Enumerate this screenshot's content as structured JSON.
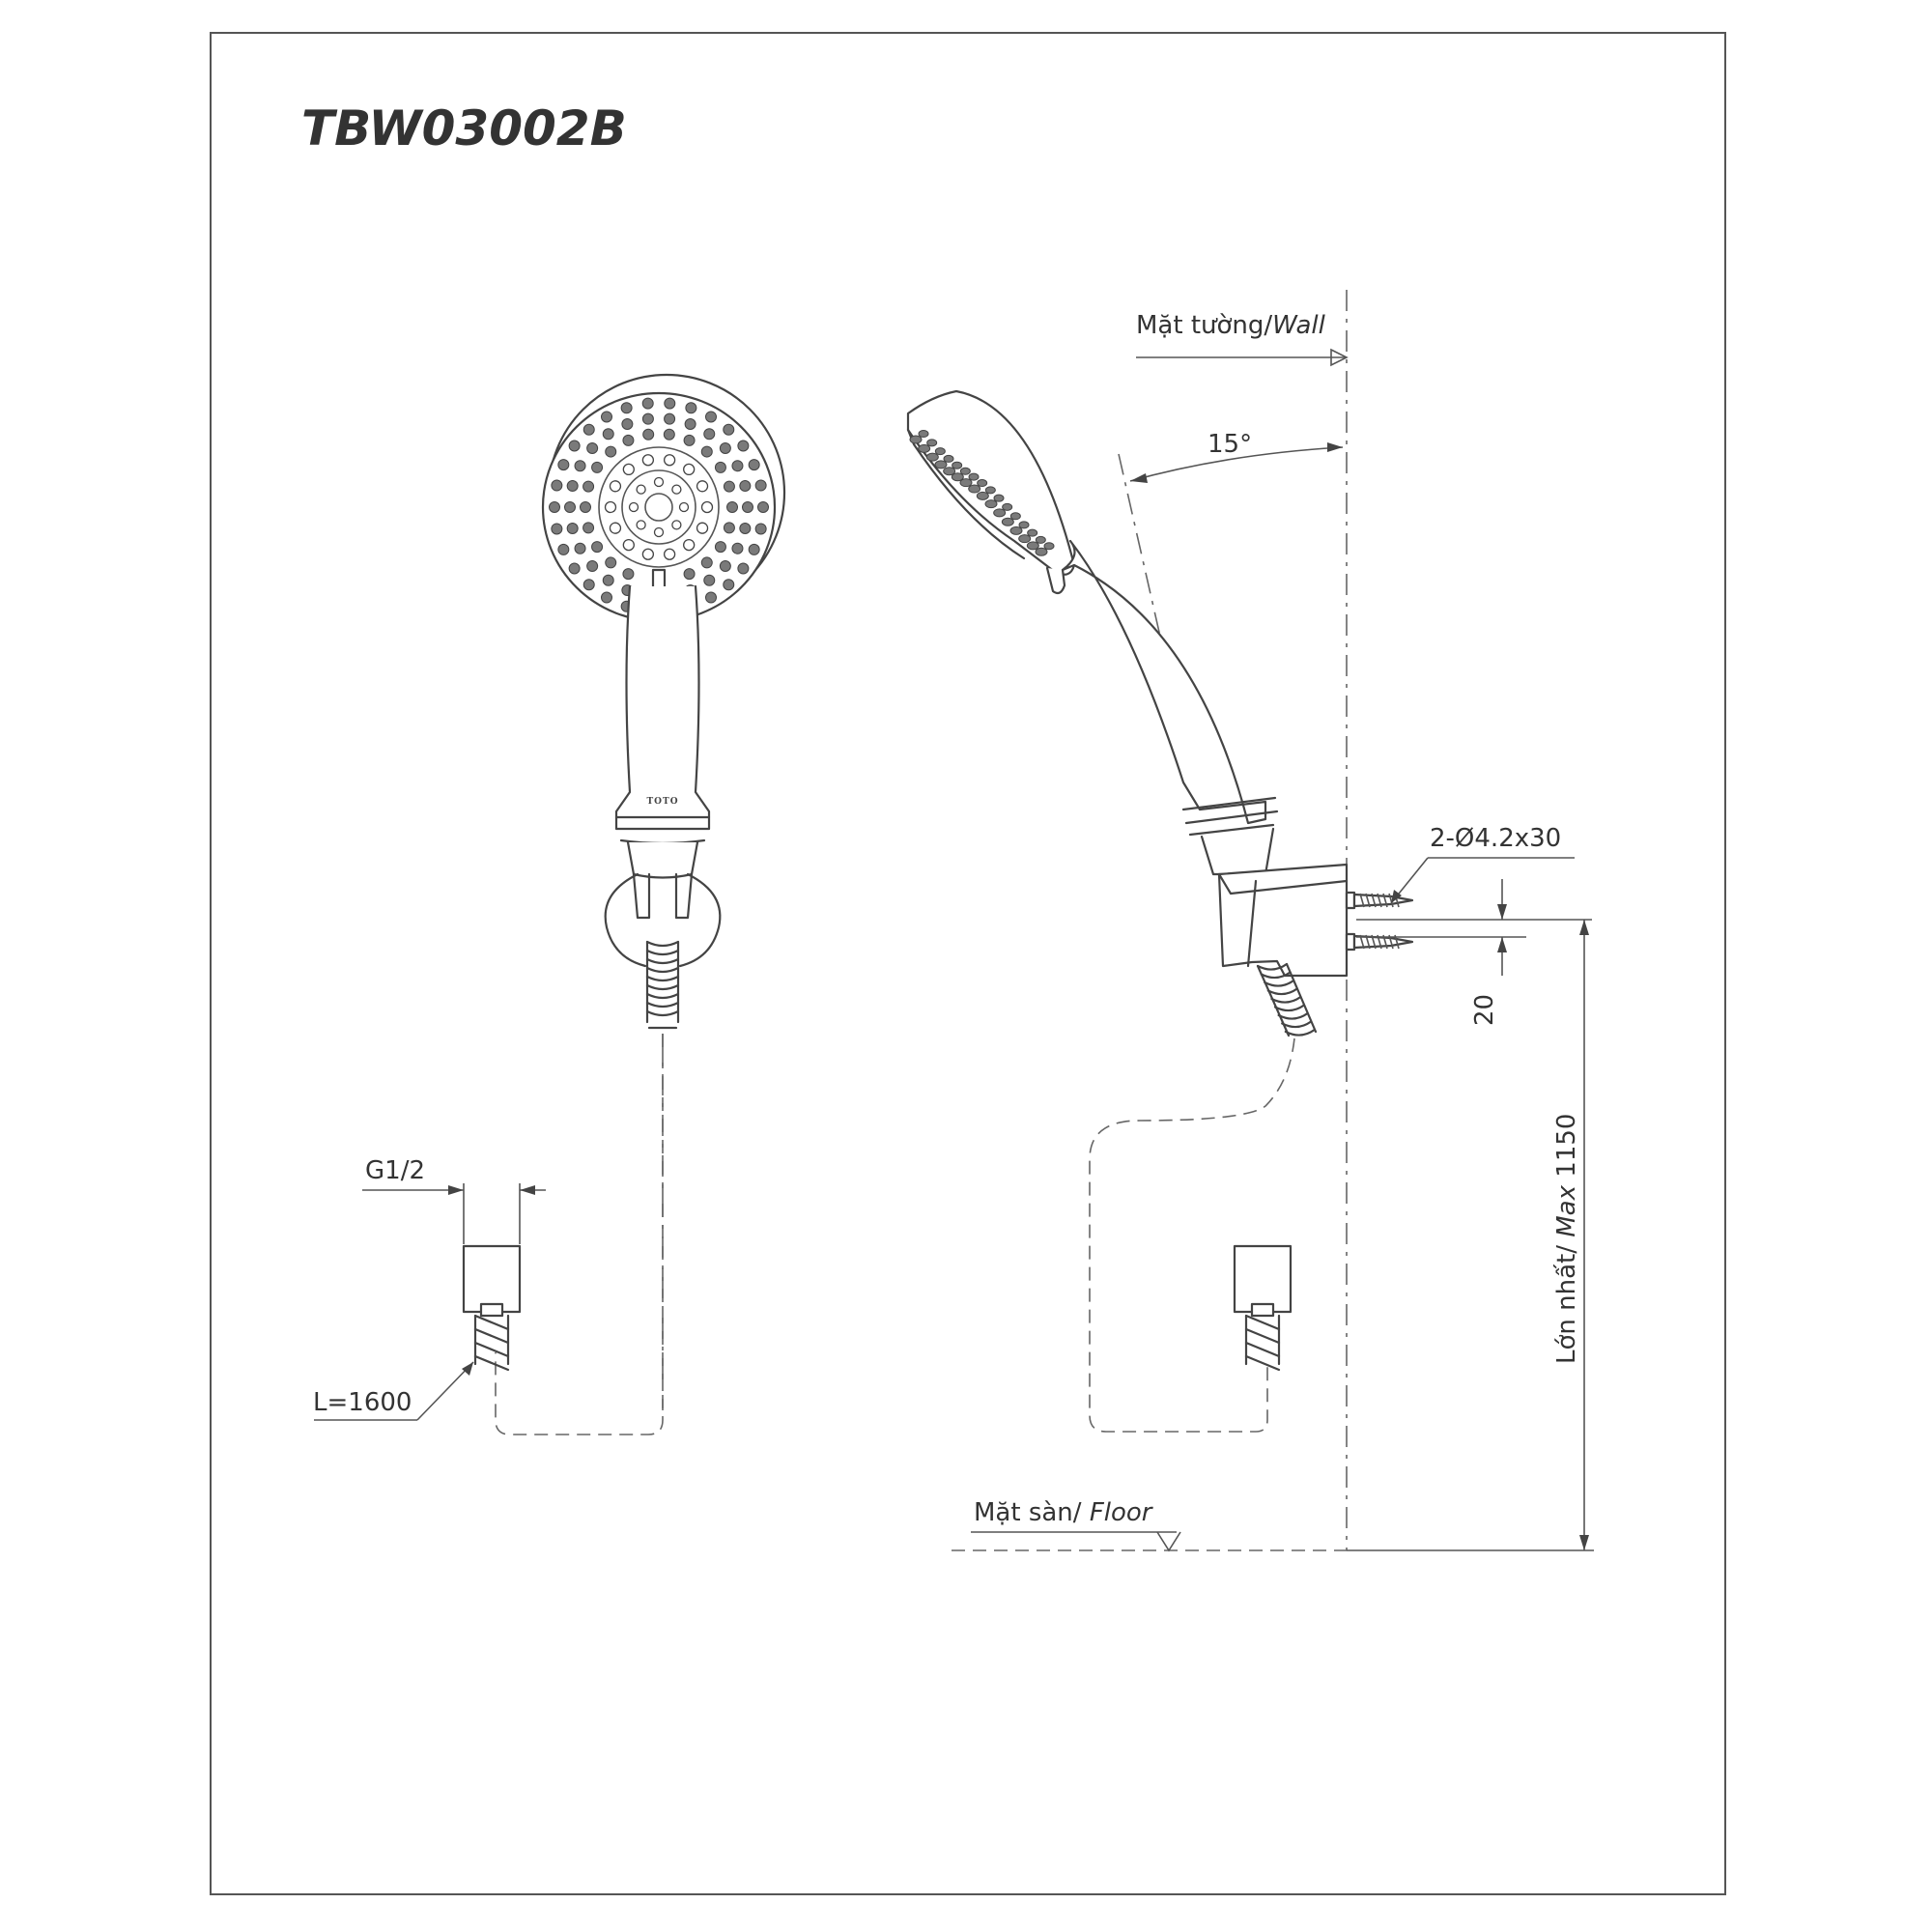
{
  "title": "TBW03002B",
  "brand": "TOTO",
  "labels": {
    "wall_vi": "Mặt tường/",
    "wall_en": "Wall",
    "angle": "15°",
    "screw": "2-Ø4.2x30",
    "dim_20": "20",
    "max_vi": "Lớn nhất/ ",
    "max_en": "Max",
    "max_val": " 1150",
    "thread": "G1/2",
    "hose_length": "L=1600",
    "floor_vi": "Mặt sàn/ ",
    "floor_en": "Floor"
  },
  "icons": [
    "shower-head-front-icon",
    "shower-head-side-icon",
    "wall-bracket-icon",
    "hose-connector-icon"
  ]
}
